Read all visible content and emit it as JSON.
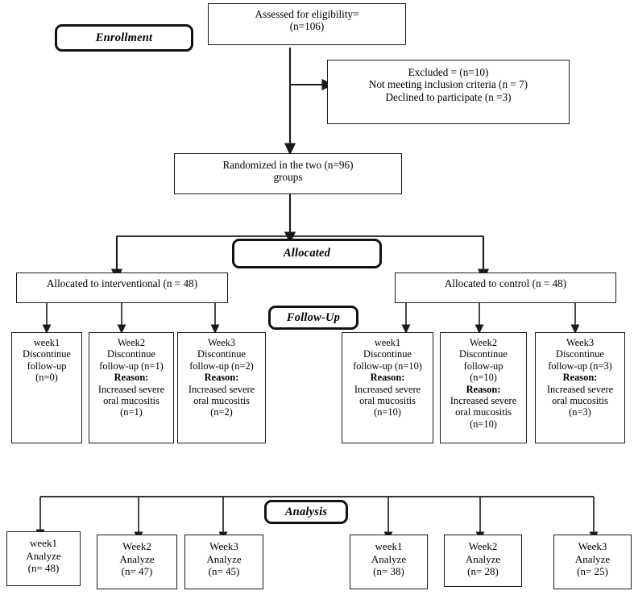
{
  "diagram": {
    "title": "CONSORT participant flow diagram",
    "stages": {
      "enrollment": "Enrollment",
      "allocated": "Allocated",
      "followup": "Follow-Up",
      "analysis": "Analysis"
    },
    "assessed": {
      "lines": [
        "Assessed for eligibility=",
        "(n=106)"
      ]
    },
    "excluded": {
      "lines": [
        "Excluded = (n=10)",
        "Not meeting inclusion criteria (n = 7)",
        "Declined to participate (n =3)"
      ]
    },
    "randomized": {
      "lines": [
        "Randomized in the two   (n=96)",
        "groups"
      ]
    },
    "allocation": {
      "interventional": "Allocated to interventional (n = 48)",
      "control": "Allocated to control (n = 48)"
    },
    "followup_boxes": [
      {
        "id": "interventional-week1",
        "lines": [
          {
            "text": "week1",
            "bold": false
          },
          {
            "text": "Discontinue",
            "bold": false
          },
          {
            "text": "follow-up",
            "bold": false
          },
          {
            "text": "(n=0)",
            "bold": false
          }
        ]
      },
      {
        "id": "interventional-week2",
        "lines": [
          {
            "text": "Week2",
            "bold": false
          },
          {
            "text": "Discontinue",
            "bold": false
          },
          {
            "text": "follow-up (n=1)",
            "bold": false
          },
          {
            "text": "Reason:",
            "bold": true
          },
          {
            "text": "Increased severe",
            "bold": false
          },
          {
            "text": "oral mucositis",
            "bold": false
          },
          {
            "text": "(n=1)",
            "bold": false
          }
        ]
      },
      {
        "id": "interventional-week3",
        "lines": [
          {
            "text": "Week3",
            "bold": false
          },
          {
            "text": "Discontinue",
            "bold": false
          },
          {
            "text": "follow-up (n=2)",
            "bold": false
          },
          {
            "text": "Reason:",
            "bold": true
          },
          {
            "text": "Increased severe",
            "bold": false
          },
          {
            "text": "oral mucositis",
            "bold": false
          },
          {
            "text": "(n=2)",
            "bold": false
          }
        ]
      },
      {
        "id": "control-week1",
        "lines": [
          {
            "text": "week1",
            "bold": false
          },
          {
            "text": "Discontinue",
            "bold": false
          },
          {
            "text": "follow-up (n=10)",
            "bold": false
          },
          {
            "text": "Reason:",
            "bold": true
          },
          {
            "text": "Increased severe",
            "bold": false
          },
          {
            "text": "oral mucositis",
            "bold": false
          },
          {
            "text": "(n=10)",
            "bold": false
          }
        ]
      },
      {
        "id": "control-week2",
        "lines": [
          {
            "text": "Week2",
            "bold": false
          },
          {
            "text": "Discontinue",
            "bold": false
          },
          {
            "text": "follow-up",
            "bold": false
          },
          {
            "text": "(n=10)",
            "bold": false
          },
          {
            "text": "Reason:",
            "bold": true
          },
          {
            "text": "Increased severe",
            "bold": false
          },
          {
            "text": "oral mucositis",
            "bold": false
          },
          {
            "text": "(n=10)",
            "bold": false
          }
        ]
      },
      {
        "id": "control-week3",
        "lines": [
          {
            "text": "Week3",
            "bold": false
          },
          {
            "text": "Discontinue",
            "bold": false
          },
          {
            "text": "follow-up (n=3)",
            "bold": false
          },
          {
            "text": "Reason:",
            "bold": true
          },
          {
            "text": "Increased severe",
            "bold": false
          },
          {
            "text": "oral mucositis",
            "bold": false
          },
          {
            "text": "(n=3)",
            "bold": false
          }
        ]
      }
    ],
    "analysis_boxes": [
      {
        "id": "interventional-week1",
        "lines": [
          "week1",
          "Analyze",
          "(n= 48)"
        ]
      },
      {
        "id": "interventional-week2",
        "lines": [
          "Week2",
          "Analyze",
          "(n= 47)"
        ]
      },
      {
        "id": "interventional-week3",
        "lines": [
          "Week3",
          "Analyze",
          "(n= 45)"
        ]
      },
      {
        "id": "control-week1",
        "lines": [
          "week1",
          "Analyze",
          "(n= 38)"
        ]
      },
      {
        "id": "control-week2",
        "lines": [
          "Week2",
          "Analyze",
          "(n= 28)"
        ]
      },
      {
        "id": "control-week3",
        "lines": [
          "Week3",
          "Analyze",
          "(n= 25)"
        ]
      }
    ],
    "colors": {
      "line": "#1a1a1a",
      "stage_border": "#111111",
      "background": "#ffffff"
    }
  }
}
